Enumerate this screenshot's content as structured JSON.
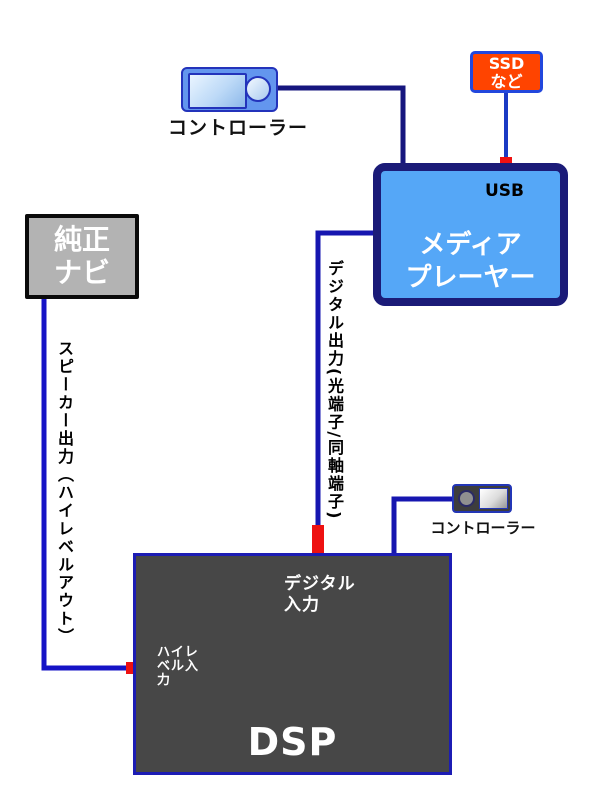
{
  "diagram": {
    "top_controller": {
      "label": "コントローラー"
    },
    "ssd_box": {
      "line1": "SSD",
      "line2": "など"
    },
    "media_player": {
      "usb": "USB",
      "line1": "メディア",
      "line2": "プレーヤー"
    },
    "oem_nav": {
      "line1": "純正",
      "line2": "ナビ"
    },
    "speaker_output_label": "スピーカー出力（ハイレベルアウト）",
    "digital_output_label": "デジタル出力(光端子/同軸端子)",
    "bottom_controller": {
      "label": "コントローラー"
    },
    "dsp": {
      "name": "DSP",
      "digital_input": {
        "line1": "デジタル",
        "line2": "入力"
      },
      "high_level_input": {
        "line1": "ハイレ",
        "line2": "ベル入",
        "line3": "力"
      }
    },
    "colors": {
      "connector_line": "#1616b0",
      "arrow_red": "#ee1111",
      "media_player_fill": "#55a7f7",
      "media_player_border": "#1b1b78",
      "ssd_fill": "#ff4400",
      "ssd_border": "#2247dd",
      "nav_fill": "#b3b3b3",
      "nav_border": "#0a0a0a",
      "dsp_fill": "#474747",
      "dsp_border": "#1c1cb4",
      "top_controller_fill": "#6396ee",
      "bottom_controller_fill": "#3d3d3d",
      "label_text": "#111111",
      "box_text": "#ffffff"
    }
  }
}
